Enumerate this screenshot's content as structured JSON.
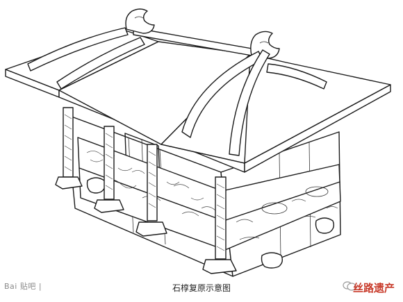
{
  "image": {
    "caption": "石椁复原示意图",
    "watermark_left": "Bai 贴吧 |",
    "watermark_right": "丝路遗产",
    "colors": {
      "line": "#1a1a1a",
      "background": "#ffffff",
      "watermark_right": "#c83a2a"
    },
    "icons": [
      "chat-bubbles-icon"
    ]
  }
}
